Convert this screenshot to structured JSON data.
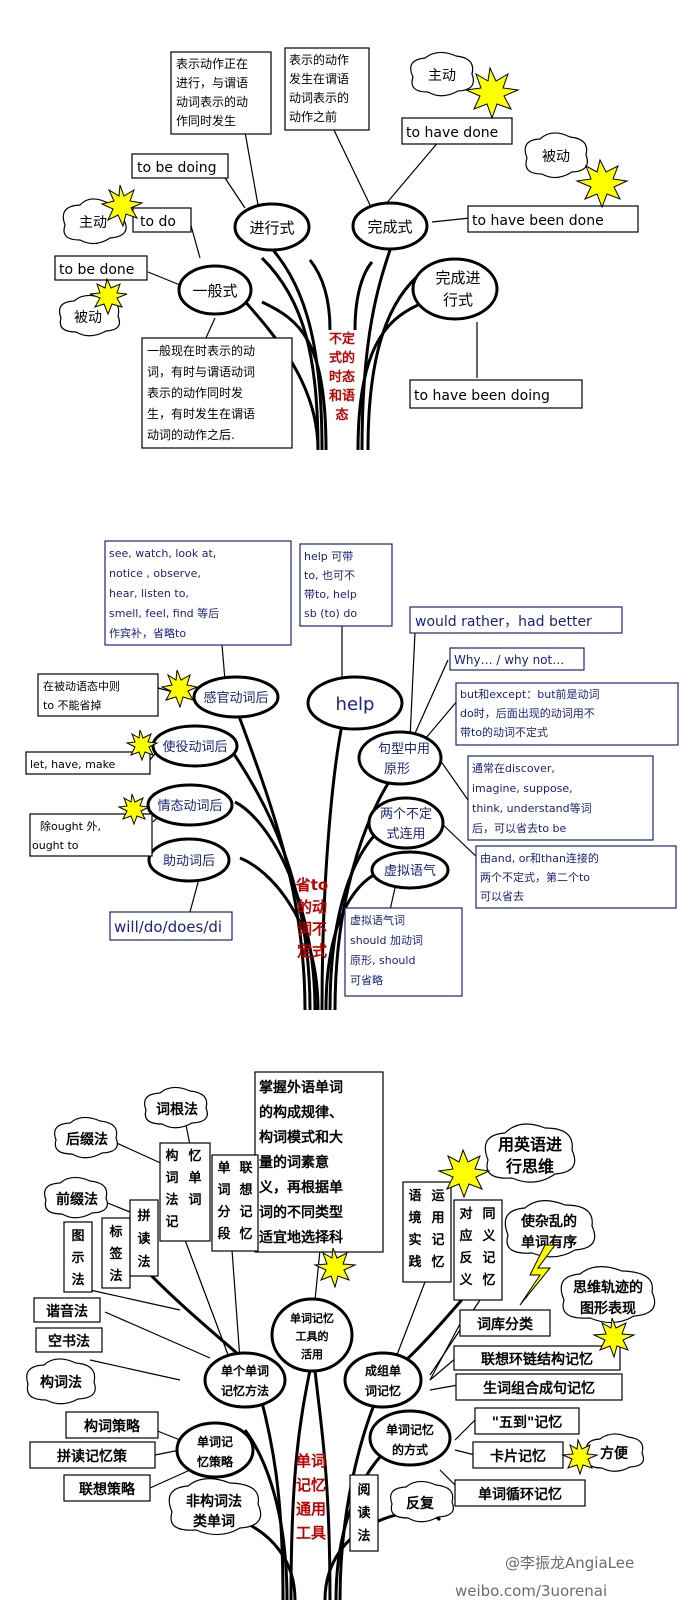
{
  "d1": {
    "title": [
      "不定",
      "式的",
      "时态",
      "和语",
      "态"
    ],
    "nodes": {
      "jinxing": "进行式",
      "wancheng": "完成式",
      "yiban": "一般式",
      "wcjx": [
        "完成进",
        "行式"
      ]
    },
    "boxes": {
      "jinxing_desc": [
        "表示动作正在",
        "进行，与谓语",
        "动词表示的动",
        "作同时发生"
      ],
      "wancheng_desc": [
        "表示的动作",
        "发生在谓语",
        "动词表示的",
        "动作之前"
      ],
      "yiban_desc": [
        "一般现在时表示的动",
        "词，有时与谓语动词",
        "表示的动作同时发",
        "生，有时发生在谓语",
        "动词的动作之后."
      ],
      "to_be_doing": "to be doing",
      "to_do": "to do",
      "to_be_done": "to be done",
      "to_have_done": "to have done",
      "to_have_been_done": "to have been done",
      "to_have_been_doing": "to have been doing"
    },
    "clouds": {
      "zhudong1": "主动",
      "zhudong2": "主动",
      "beidong1": "被动",
      "beidong2": "被动"
    }
  },
  "d2": {
    "title": [
      "省to",
      "的动",
      "词不",
      "定式"
    ],
    "nodes": {
      "ganguan": "感官动词后",
      "help": "help",
      "shiyi": "使役动词后",
      "qingtai": "情态动词后",
      "zhudong": "助动词后",
      "juxing": [
        "句型中用",
        "原形"
      ],
      "liangge": [
        "两个不定",
        "式连用"
      ],
      "xuni": "虚拟语气"
    },
    "boxes": {
      "see": [
        "see, watch, look at,",
        "notice , observe,",
        "hear, listen to,",
        "smell, feel, find 等后",
        "作宾补，省略to"
      ],
      "help_desc": [
        "help 可带",
        "to, 也可不",
        "带to, help",
        "sb (to) do"
      ],
      "would": "would rather，had better",
      "why": "Why… / why not…",
      "but": [
        "but和except：but前是动词",
        "do时，后面出现的动词用不",
        "带to的动词不定式"
      ],
      "passive": [
        "在被动语态中则",
        "to  不能省掉"
      ],
      "let": "let, have, make",
      "discover": [
        "通常在discover,",
        "imagine, suppose,",
        "think, understand等词",
        "后，可以省去to be"
      ],
      "ought": [
        "除ought 外,",
        "ought to"
      ],
      "and_or": [
        "由and, or和than连接的",
        "两个不定式，第二个to",
        "可以省去"
      ],
      "will": "will/do/does/di",
      "xuni_desc": [
        "虚拟语气词",
        "should 加动词",
        "原形, should",
        "可省略"
      ]
    }
  },
  "d3": {
    "title": [
      "单词",
      "记忆",
      "通用",
      "工具"
    ],
    "center_top": [
      "掌握外语单词",
      "的构成规律、",
      "构词模式和大",
      "量的词素意",
      "义，再根据单",
      "词的不同类型",
      "适宜地选择科"
    ],
    "nodes": {
      "gongju": [
        "单词记忆",
        "工具的",
        "活用"
      ],
      "dange": [
        "单个单词",
        "记忆方法"
      ],
      "chengzu": [
        "成组单",
        "词记忆"
      ],
      "celue": [
        "单词记",
        "忆策略"
      ],
      "fangshi": [
        "单词记忆",
        "的方式"
      ]
    },
    "boxes": {
      "goucifa_v": [
        "构",
        "词",
        "法",
        "记",
        "忆",
        "单",
        "词"
      ],
      "fenduan_v": [
        "单",
        "词",
        "分",
        "段",
        "联",
        "想",
        "记",
        "忆"
      ],
      "tushi_v": [
        "图",
        "示",
        "法"
      ],
      "biaoqian_v": [
        "标",
        "签",
        "法"
      ],
      "pindu_v": [
        "拼",
        "读",
        "法"
      ],
      "yujing_v": [
        "语",
        "境",
        "实",
        "践",
        "运",
        "用",
        "记",
        "忆"
      ],
      "duiying_v": [
        "对",
        "应",
        "反",
        "义",
        "同",
        "义",
        "记",
        "忆"
      ],
      "xieyin": "谐音法",
      "kongshu": "空书法",
      "ciku": "词库分类",
      "lianxiang_chain": "联想环链结构记忆",
      "shengci": "生词组合成句记忆",
      "goucicelue": "构词策略",
      "pindujiyi": "拼读记忆策",
      "lianxiangcelue": "联想策略",
      "wudao": "\"五到\"记忆",
      "kapian": "卡片记忆",
      "xunhuan": "单词循环记忆",
      "yuedu_v": [
        "阅",
        "读",
        "法"
      ]
    },
    "clouds": {
      "cigen": "词根法",
      "houzhui": "后缀法",
      "qianzhui": "前缀法",
      "gouci": "构词法",
      "yingyu": [
        "用英语进",
        "行思维"
      ],
      "shizaluan": [
        "使杂乱的",
        "单词有序"
      ],
      "siwei": [
        "思维轨迹的",
        "图形表现"
      ],
      "feigouci": [
        "非构词法",
        "类单词"
      ],
      "fangbian": "方便",
      "fanfu": "反复"
    },
    "watermark": [
      "@李振龙AngiaLee",
      "weibo.com/3uorenai"
    ]
  }
}
